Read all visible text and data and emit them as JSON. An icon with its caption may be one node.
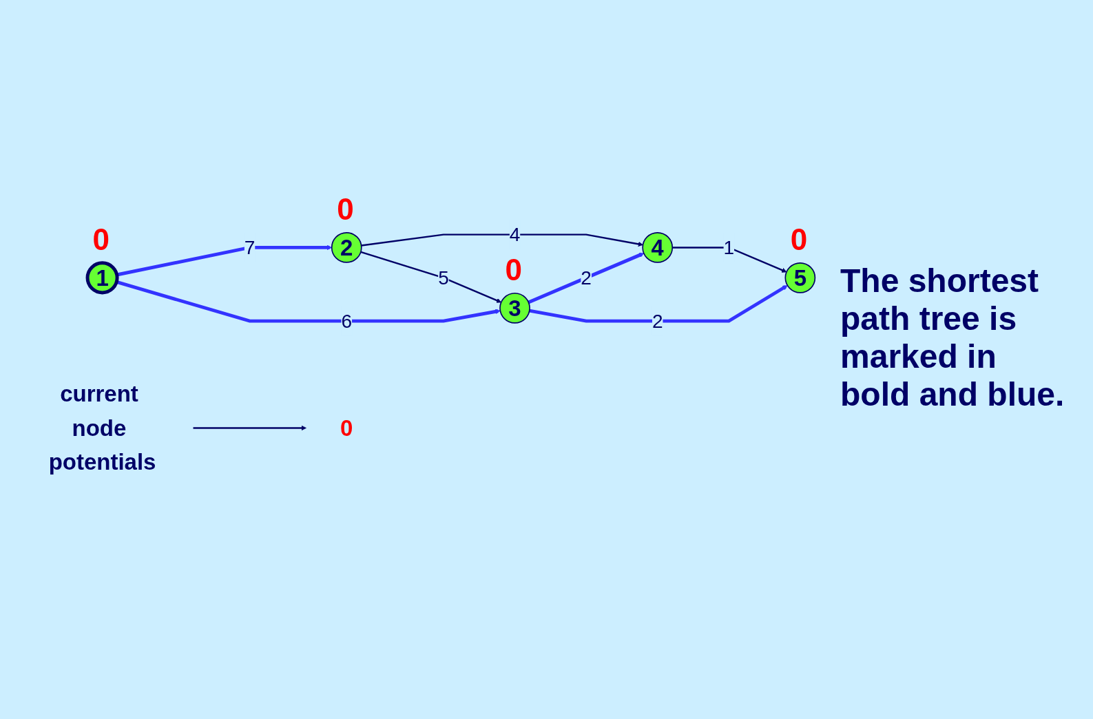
{
  "diagram": {
    "nodes": [
      {
        "text": [
          "1"
        ],
        "beside": [
          "0"
        ]
      },
      {
        "text": [
          "2"
        ],
        "beside": [
          "0"
        ]
      },
      {
        "text": [
          "3"
        ],
        "beside": [
          "0"
        ]
      },
      {
        "text": [
          "4"
        ]
      },
      {
        "text": [
          "5"
        ],
        "beside": [
          "0"
        ]
      },
      {
        "text": [
          "0"
        ]
      },
      {
        "text": [
          "current node potentials"
        ]
      }
    ],
    "edges": [
      {
        "from": 0,
        "to": 1,
        "arrow": "to",
        "label": "7",
        "style": "thick",
        "color": "#3333ff"
      },
      {
        "from": 0,
        "to": 2,
        "arrow": "to",
        "label": "6",
        "style": "thick",
        "color": "#3333ff"
      },
      {
        "from": 1,
        "to": 3,
        "arrow": "to",
        "label": "4",
        "color": "#000066"
      },
      {
        "from": 1,
        "to": 2,
        "arrow": "to",
        "label": "5",
        "color": "#000066"
      },
      {
        "from": 2,
        "to": 3,
        "arrow": "to",
        "label": "2",
        "style": "thick",
        "color": "#3333ff"
      },
      {
        "from": 3,
        "to": 4,
        "arrow": "to",
        "label": "1",
        "color": "#000066"
      },
      {
        "from": 2,
        "to": 4,
        "arrow": "to",
        "label": "2",
        "style": "thick",
        "color": "#3333ff"
      },
      {
        "from": 6,
        "to": 5,
        "arrow": "to",
        "color": "#000066"
      }
    ],
    "labels": [
      "The shortest path tree is marked in bold and blue."
    ]
  }
}
